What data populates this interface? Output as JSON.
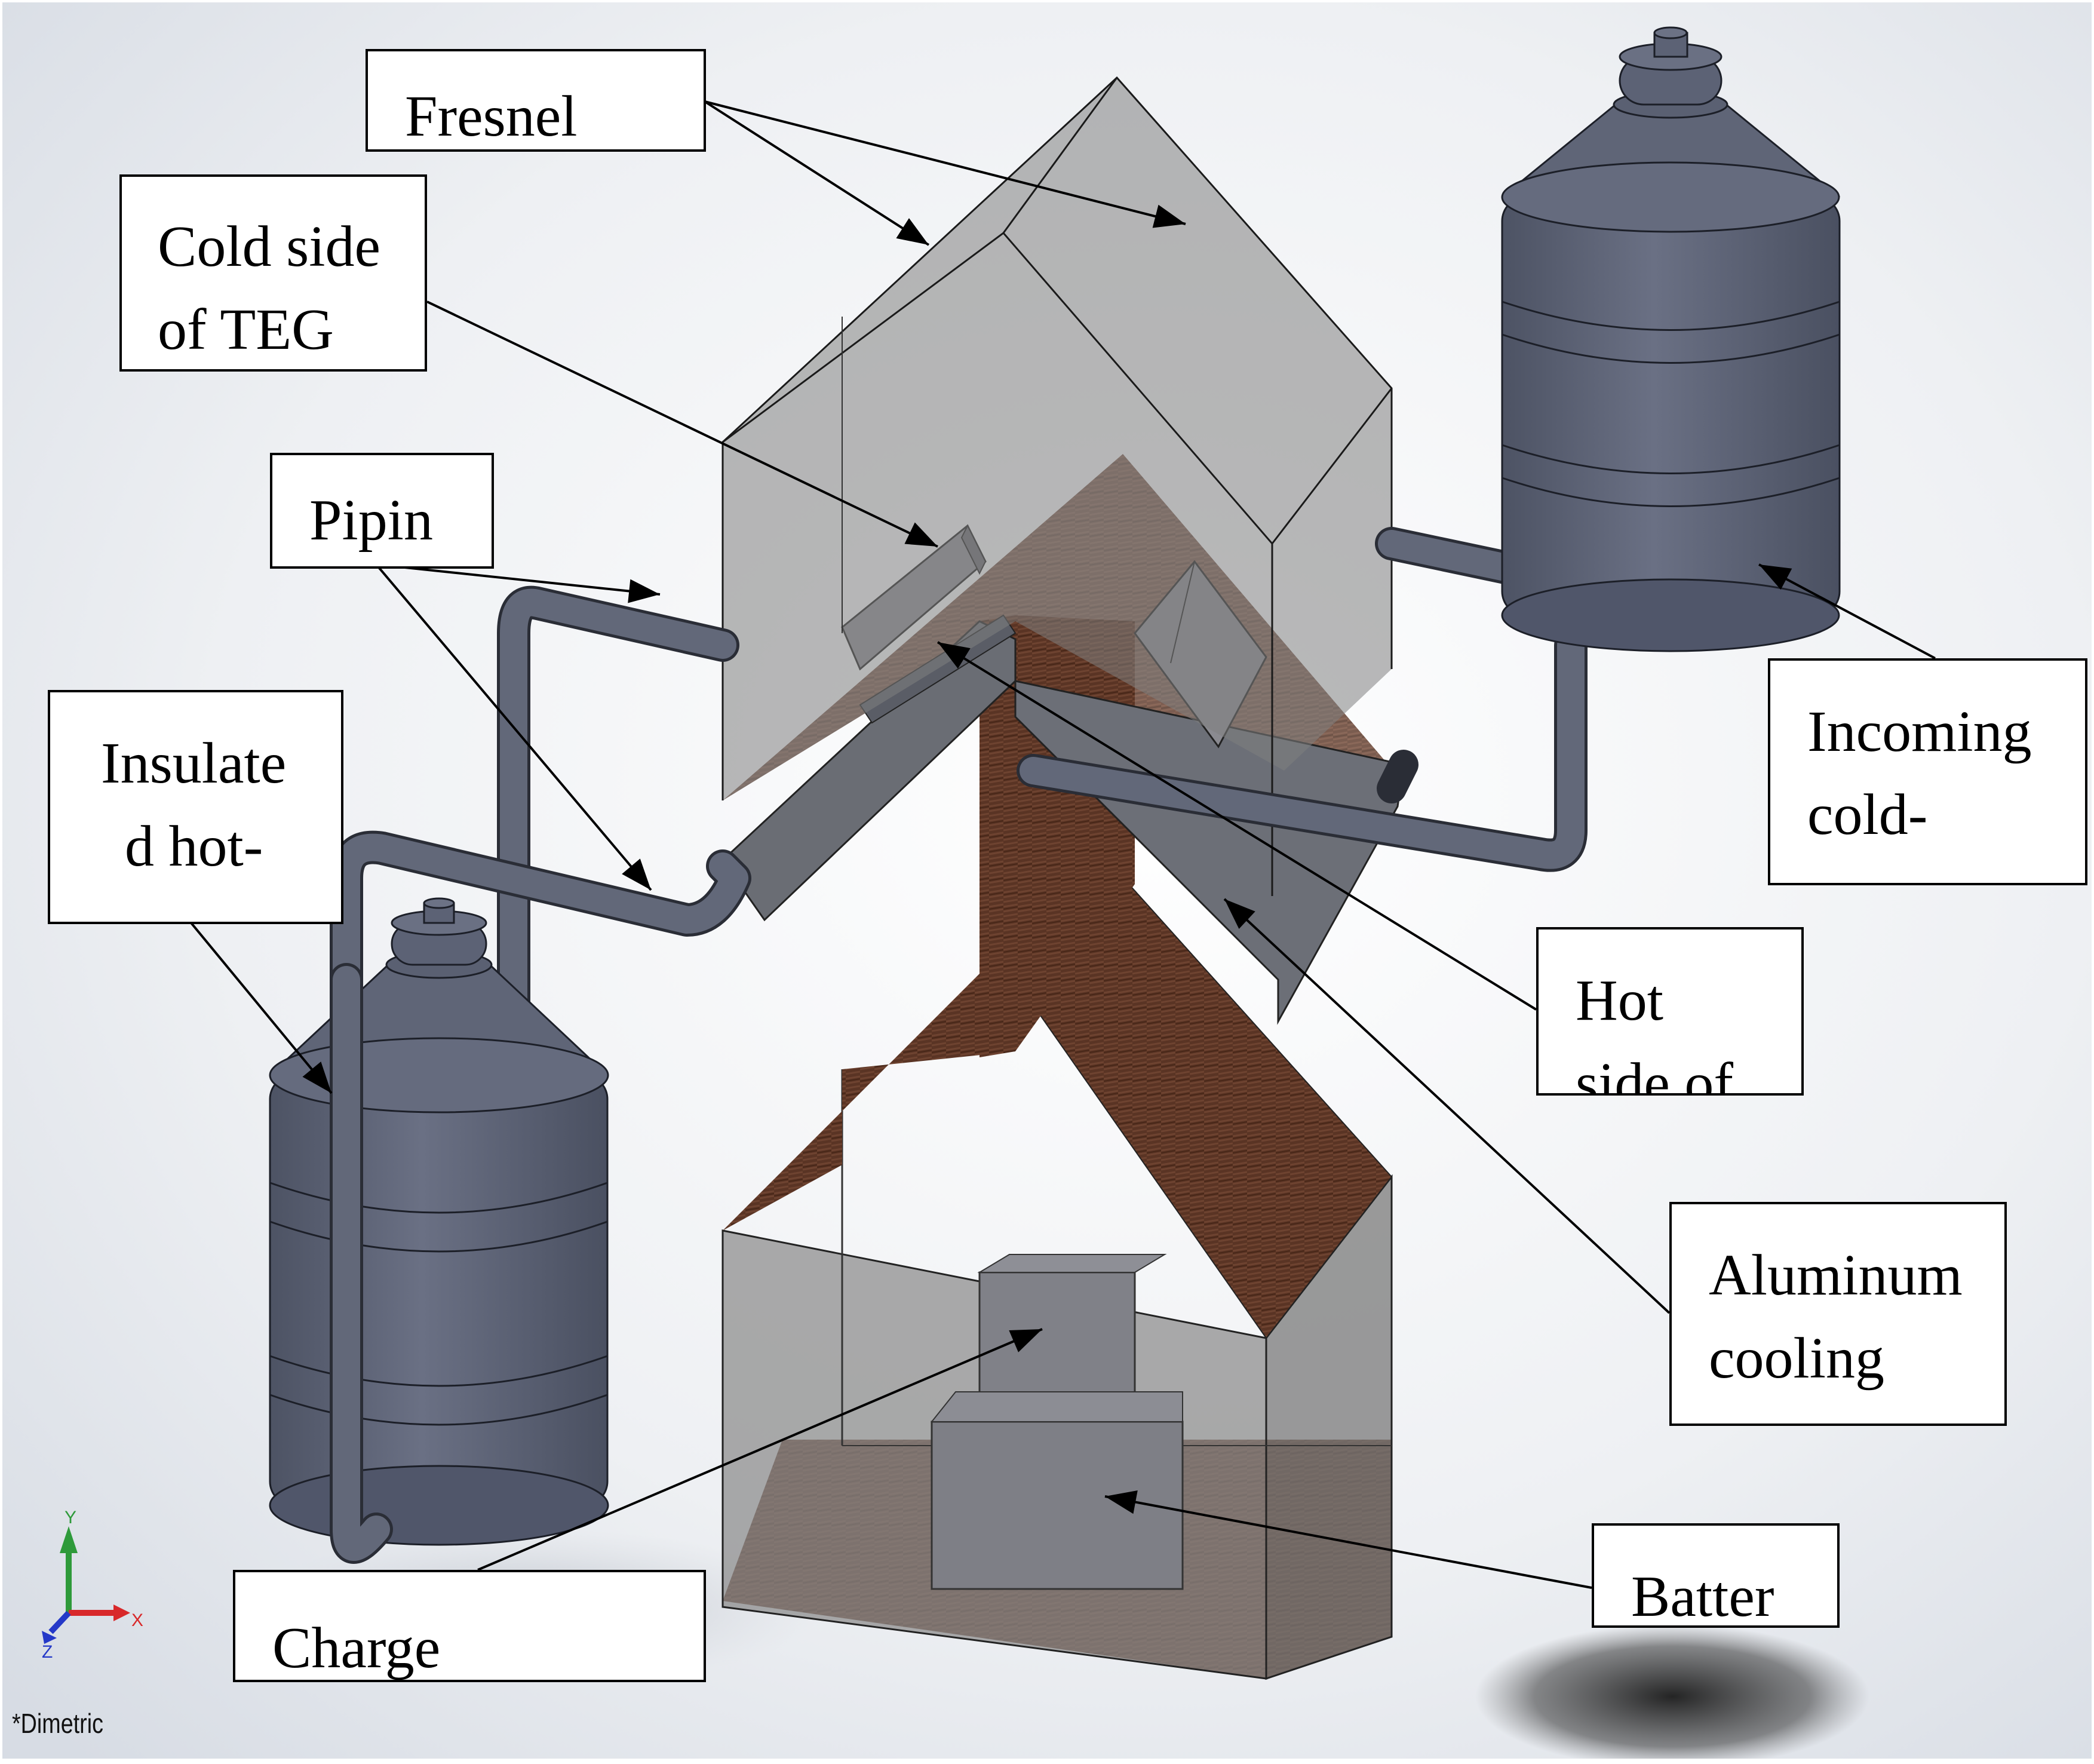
{
  "callouts": {
    "fresnel": [
      "Fresnel"
    ],
    "cold_side": [
      "Cold side",
      "of TEG"
    ],
    "piping": [
      "Pipin"
    ],
    "insulated": [
      "Insulate",
      "d hot-"
    ],
    "incoming": [
      "Incoming",
      "cold-"
    ],
    "hot_side": [
      "Hot",
      "side  of"
    ],
    "aluminum": [
      "Aluminum",
      "cooling"
    ],
    "battery": [
      "Batter"
    ],
    "charge": [
      "Charge"
    ]
  },
  "view": {
    "label": "*Dimetric"
  },
  "triad": {
    "x": "X",
    "y": "Y",
    "z": "Z",
    "x_color": "#d8282a",
    "y_color": "#2e9a3a",
    "z_color": "#2438c8"
  },
  "colors": {
    "metal": "#5f6577",
    "glass": "#7a7a7a",
    "wood": "#5a3424",
    "background": "#f3f4f6"
  }
}
